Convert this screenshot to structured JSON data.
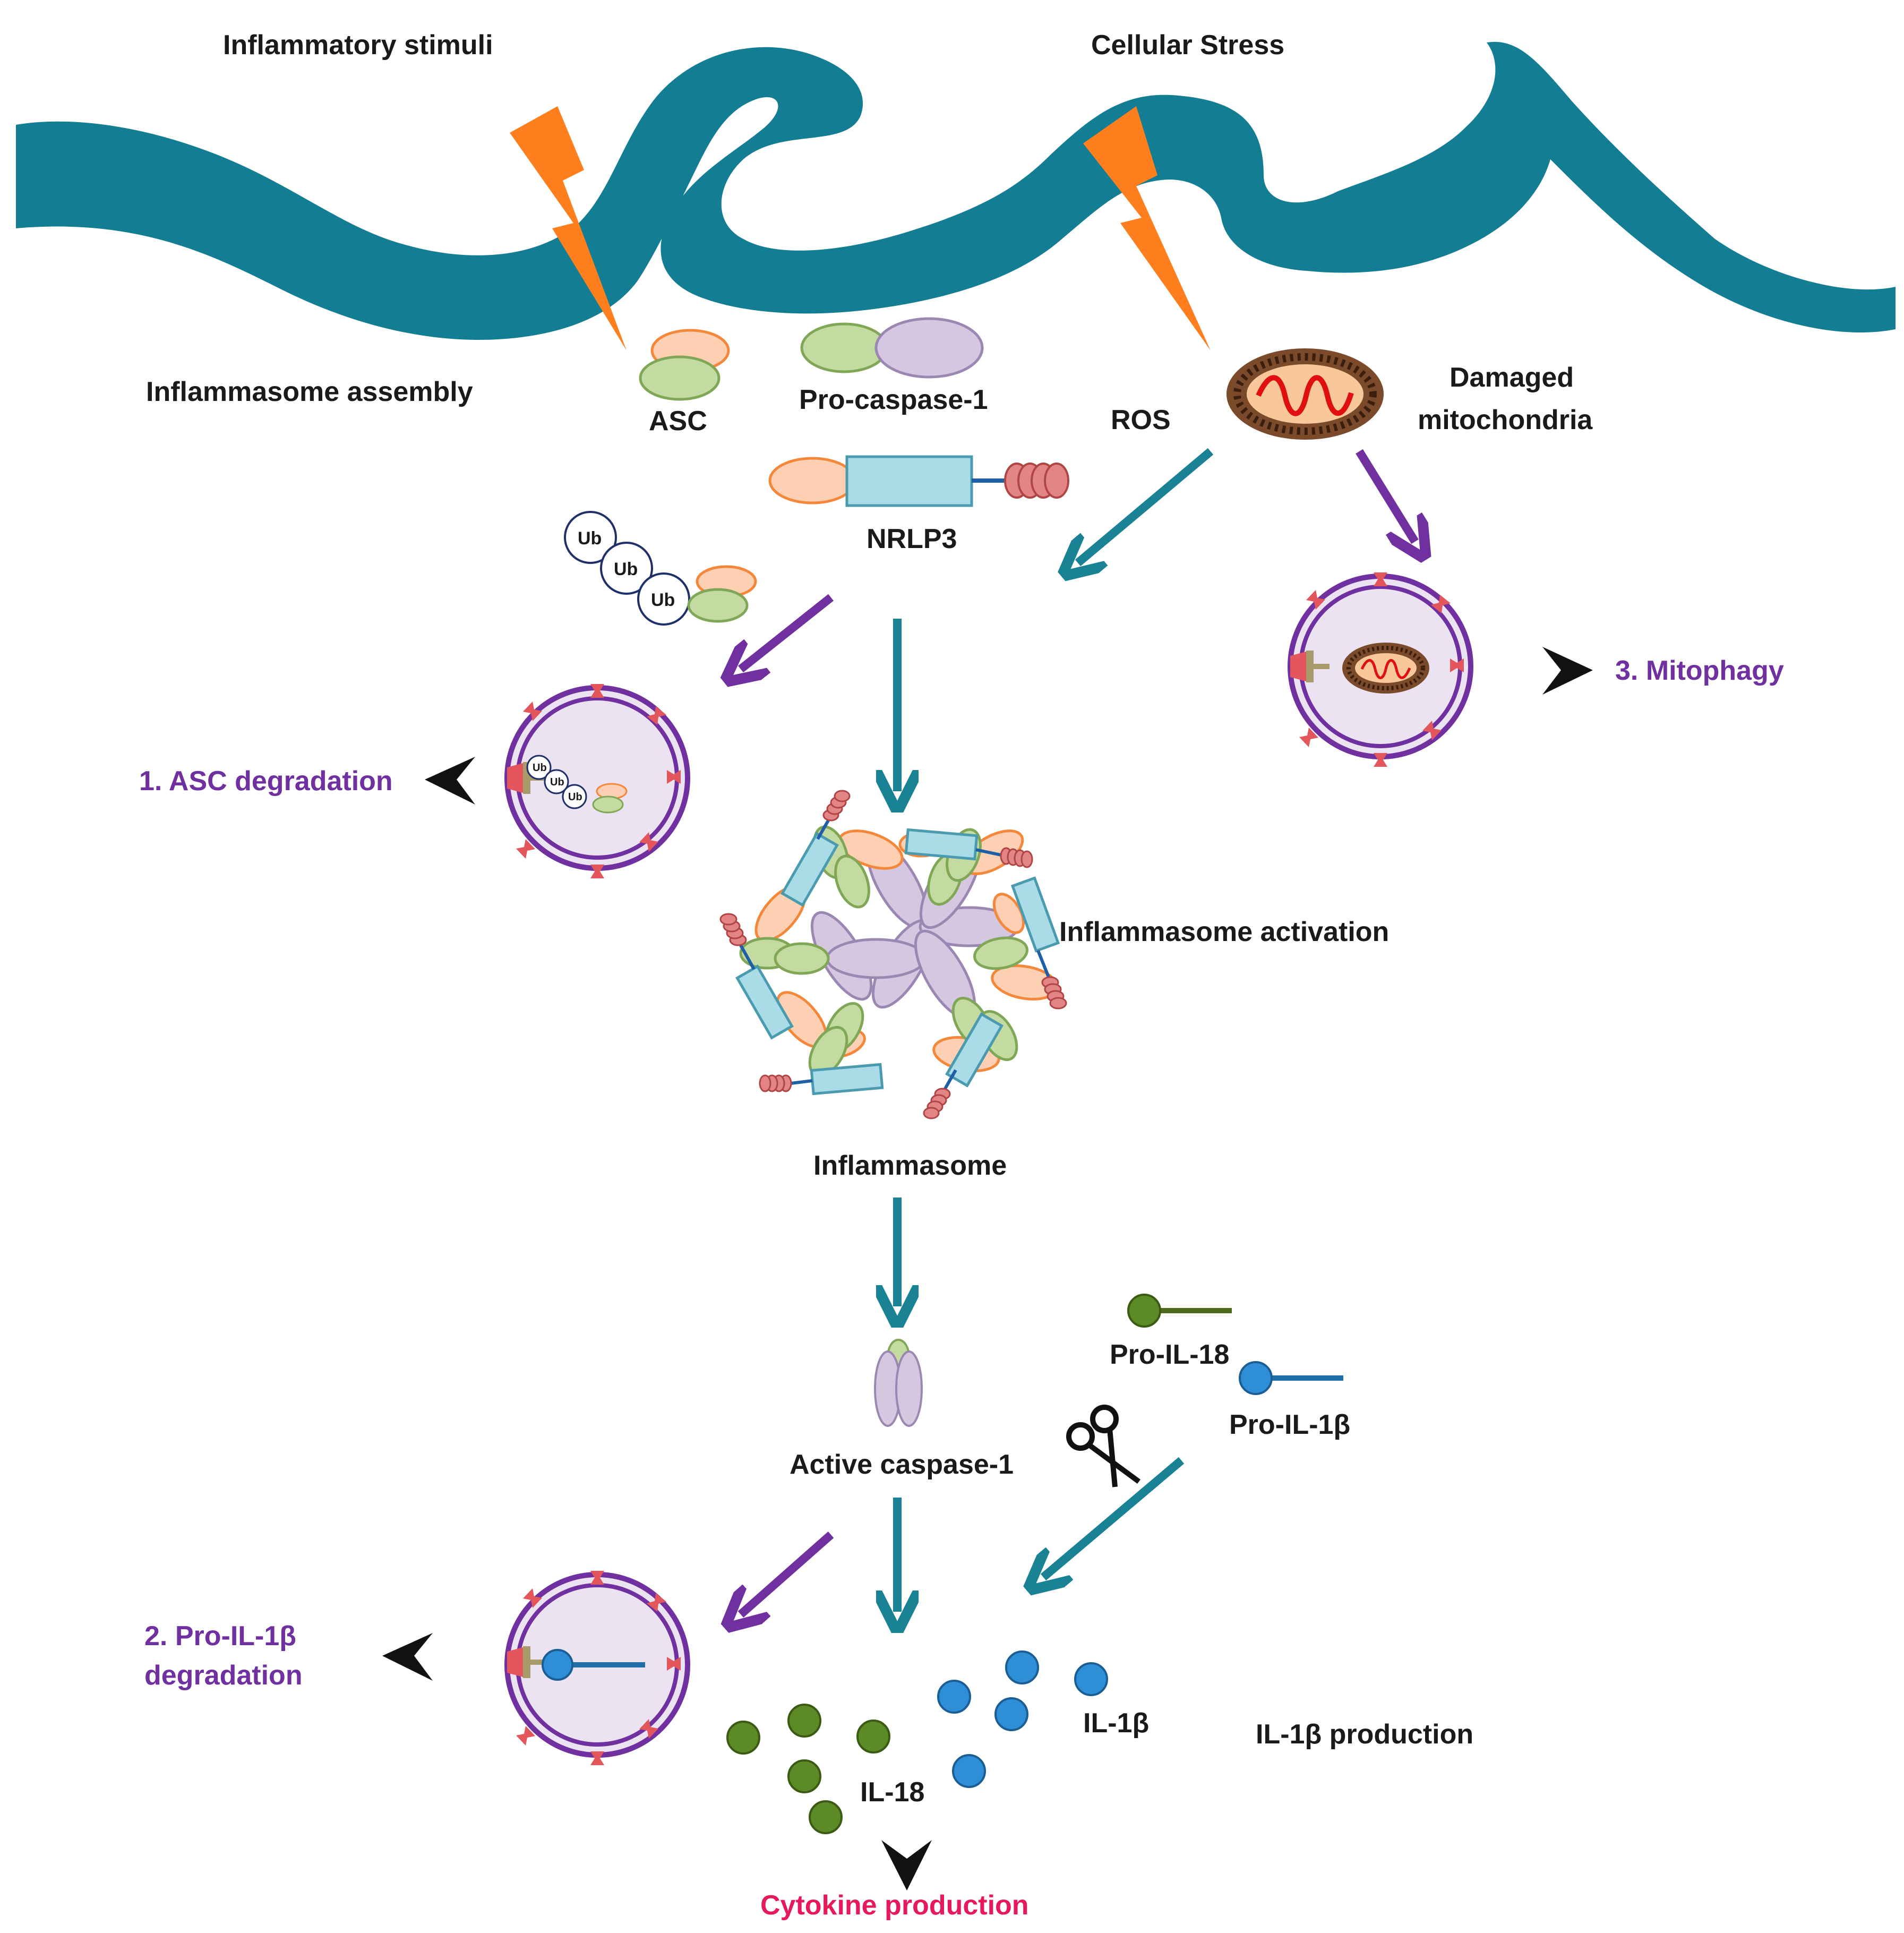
{
  "labels": {
    "inflammatory_stimuli": "Inflammatory stimuli",
    "cellular_stress": "Cellular Stress",
    "inflammasome_assembly": "Inflammasome assembly",
    "asc": "ASC",
    "pro_caspase_1": "Pro-caspase-1",
    "ros": "ROS",
    "damaged_mitochondria_line1": "Damaged",
    "damaged_mitochondria_line2": "mitochondria",
    "nrlp3": "NRLP3",
    "ub": "Ub",
    "asc_degradation": "1. ASC degradation",
    "mitophagy": "3. Mitophagy",
    "inflammasome_activation": "Inflammasome activation",
    "inflammasome": "Inflammasome",
    "pro_il_18": "Pro-IL-18",
    "pro_il_1b": "Pro-IL-1β",
    "active_caspase_1": "Active caspase-1",
    "pro_il_1b_degradation_line1": "2. Pro-IL-1β",
    "pro_il_1b_degradation_line2": "degradation",
    "il_1b": "IL-1β",
    "il_18": "IL-18",
    "il_1b_production": "IL-1β production",
    "cytokine_production": "Cytokine production"
  },
  "colors": {
    "membrane_teal": "#127d93",
    "lightning_orange": "#ff7f1e",
    "arrow_teal": "#1a8295",
    "arrow_purple": "#7030a0",
    "asc_orange_fill": "#fdd0b3",
    "asc_orange_stroke": "#f4873a",
    "green_fill": "#c3dba0",
    "green_stroke": "#80a755",
    "caspase_purple_fill": "#d6c7e0",
    "caspase_purple_stroke": "#9c87b2",
    "nrlp3_blue_fill": "#a9dce7",
    "nrlp3_blue_stroke": "#4a9ab0",
    "red_tip": "#e48585",
    "autophagosome_purple": "#7030a0",
    "autophagosome_fill": "#ebe3f1",
    "receptor_red": "#e2565c",
    "il18_green": "#5c8a27",
    "il1b_blue": "#2f8fd6",
    "cytokine_pink": "#e6195a",
    "text_dark": "#1a1a1a",
    "text_purple": "#7030a0"
  }
}
